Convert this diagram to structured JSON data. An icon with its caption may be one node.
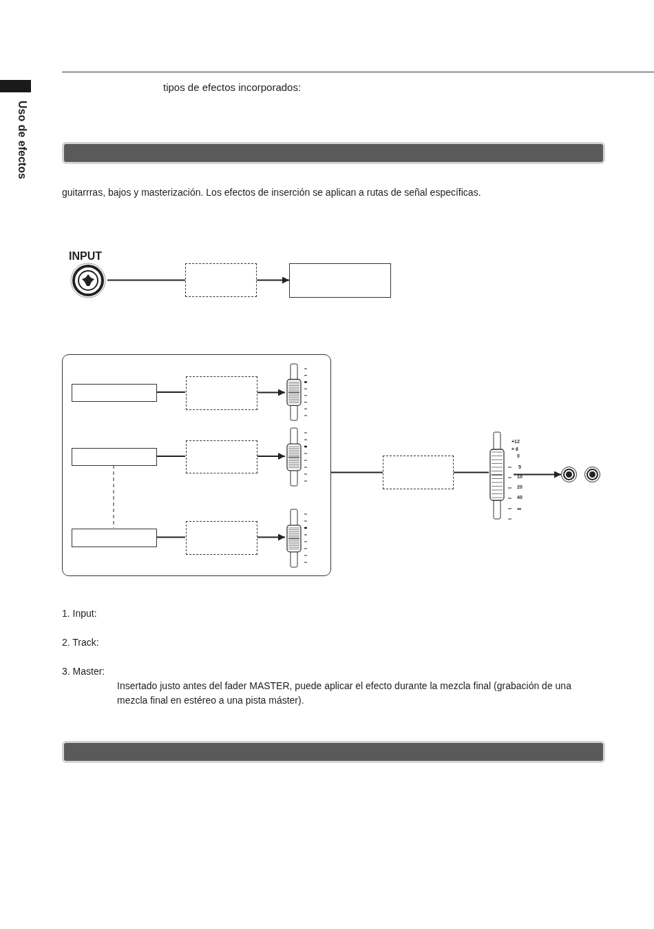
{
  "diagram": {
    "nodes": [
      {
        "text": [],
        "shape": "bar"
      },
      {
        "text": [
          "INPUT"
        ]
      },
      {
        "text": [],
        "shape": "box"
      },
      {
        "text": [],
        "shape": "box"
      },
      {
        "text": [],
        "shape": "box"
      },
      {
        "text": [],
        "shape": "box",
        "in": 4
      },
      {
        "text": [],
        "shape": "box",
        "in": 4
      },
      {
        "text": [],
        "shape": "box",
        "in": 4
      },
      {
        "text": [],
        "shape": "box",
        "in": 4
      },
      {
        "text": [],
        "shape": "box",
        "in": 4
      },
      {
        "text": [],
        "shape": "box",
        "in": 4
      },
      {
        "text": [],
        "shape": "bar",
        "in": 4
      },
      {
        "text": [],
        "shape": "bar",
        "in": 4
      },
      {
        "text": [],
        "shape": "bar",
        "in": 4
      },
      {
        "text": [],
        "shape": "box"
      },
      {
        "text": [],
        "shape": "bar"
      },
      {
        "text": [],
        "shape": "circle"
      },
      {
        "text": [],
        "shape": "circle"
      },
      {
        "text": [],
        "shape": "bar"
      }
    ],
    "edges": [
      {
        "from": 1,
        "to": 2,
        "arrow": "none"
      },
      {
        "from": 2,
        "to": 3,
        "arrow": "to"
      },
      {
        "from": 5,
        "to": 8,
        "arrow": "none"
      },
      {
        "from": 8,
        "to": 11,
        "arrow": "to"
      },
      {
        "from": 6,
        "to": 9,
        "arrow": "none"
      },
      {
        "from": 9,
        "to": 12,
        "arrow": "to"
      },
      {
        "from": 6,
        "to": 7,
        "arrow": "none",
        "style": "dashed"
      },
      {
        "from": 7,
        "to": 10,
        "arrow": "none"
      },
      {
        "from": 10,
        "to": 13,
        "arrow": "to"
      },
      {
        "from": 4,
        "to": 14,
        "arrow": "none"
      },
      {
        "from": 14,
        "to": 15,
        "arrow": "none"
      },
      {
        "from": 15,
        "to": 16,
        "arrow": "to"
      }
    ],
    "labels": [
      "Uso de efectos",
      "tipos de efectos incorporados:",
      "guitarrras, bajos y masterización. Los efectos de inserción se aplican a rutas de señal específicas.",
      "+12",
      "+ 6",
      "0",
      "5",
      "10",
      "20",
      "40",
      "∞",
      "1. Input:",
      "2. Track:",
      "3. Master:",
      "Insertado justo antes del fader MASTER, puede aplicar el efecto durante la mezcla final (grabación de una mezcla final en estéreo a una pista máster)."
    ]
  }
}
